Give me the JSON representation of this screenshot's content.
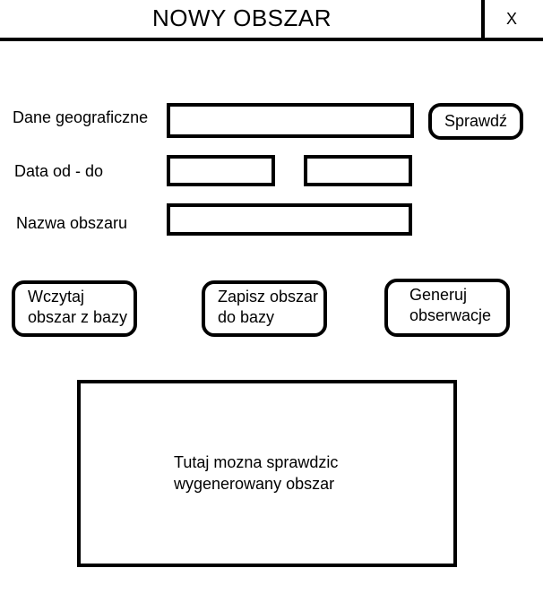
{
  "window": {
    "title": "NOWY OBSZAR",
    "close_label": "X"
  },
  "form": {
    "geo": {
      "label": "Dane geograficzne",
      "value": "",
      "check_button": "Sprawdź"
    },
    "date": {
      "label": "Data od - do",
      "from_value": "",
      "to_value": ""
    },
    "name": {
      "label": "Nazwa obszaru",
      "value": ""
    }
  },
  "actions": {
    "load": [
      "Wczytaj",
      "obszar z bazy"
    ],
    "save": [
      "Zapisz obszar",
      "do bazy"
    ],
    "generate": [
      "Generuj",
      "obserwacje"
    ]
  },
  "preview": {
    "lines": [
      "Tutaj mozna sprawdzic",
      "wygenerowany obszar"
    ]
  }
}
